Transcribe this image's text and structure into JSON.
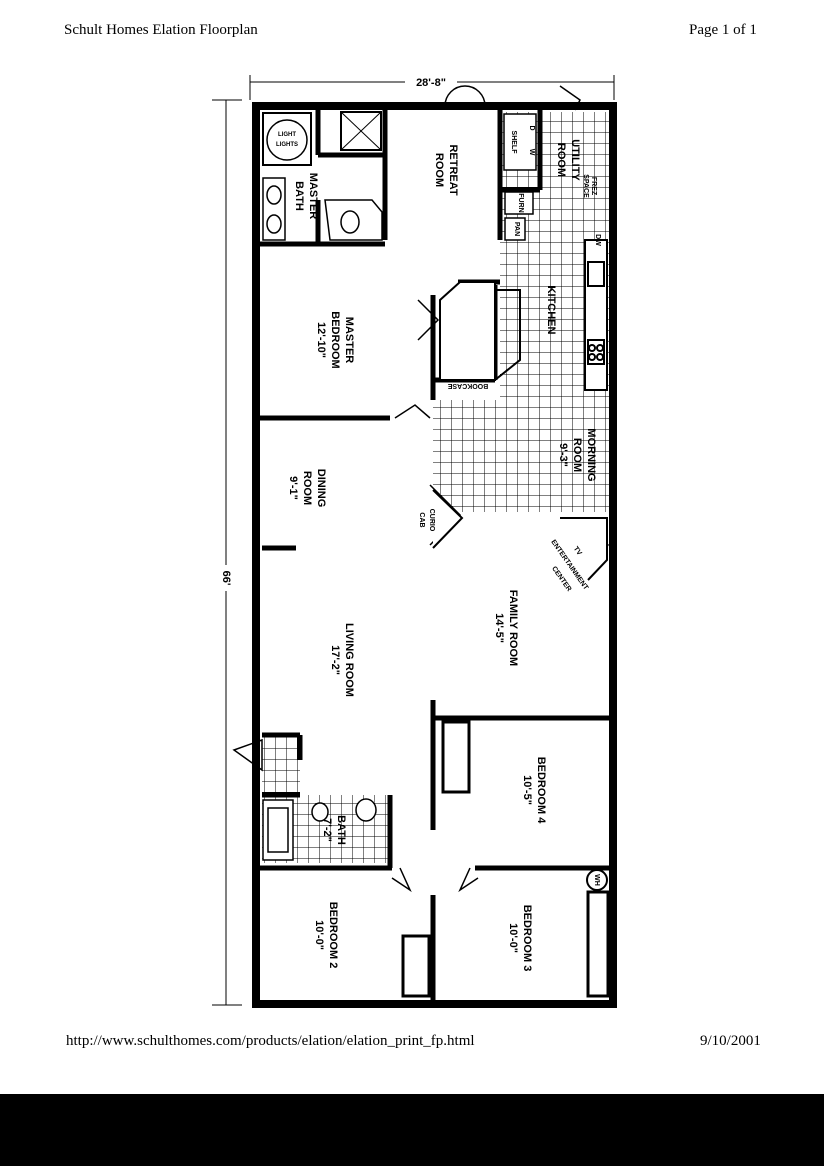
{
  "header": {
    "title": "Schult Homes Elation Floorplan",
    "page": "Page 1 of 1"
  },
  "footer": {
    "url": "http://www.schulthomes.com/products/elation/elation_print_fp.html",
    "date": "9/10/2001"
  },
  "dimensions": {
    "width": "28'-8\"",
    "length": "66'"
  },
  "rooms": {
    "retreat": [
      "RETREAT",
      "ROOM"
    ],
    "utility": [
      "UTILITY",
      "ROOM"
    ],
    "master_bath": [
      "MASTER",
      "BATH"
    ],
    "master_bedroom": [
      "MASTER",
      "BEDROOM",
      "12'-10\""
    ],
    "kitchen": [
      "KITCHEN"
    ],
    "morning": [
      "MORNING",
      "ROOM",
      "9'-3\""
    ],
    "dining": [
      "DINING",
      "ROOM",
      "9'-1\""
    ],
    "family": [
      "FAMILY ROOM",
      "14'-5\""
    ],
    "living": [
      "LIVING ROOM",
      "17'-2\""
    ],
    "bedroom4": [
      "BEDROOM 4",
      "10'-5\""
    ],
    "bath": [
      "BATH",
      "7'-2\""
    ],
    "bedroom2": [
      "BEDROOM 2",
      "10'-0\""
    ],
    "bedroom3": [
      "BEDROOM 3",
      "10'-0\""
    ]
  },
  "fixtures": {
    "freeze_space": [
      "FREZ",
      "SPACE"
    ],
    "shelf": "SHELF",
    "dryer_washer": [
      "D",
      "W"
    ],
    "furn": "FURN",
    "pantry": "PAN",
    "dishwasher": "DW",
    "bookcase": "BOOKCASE",
    "curio": [
      "CURIO",
      "CAB"
    ],
    "entertainment": [
      "TV",
      "ENTERTAINMENT",
      "CENTER"
    ],
    "wh": "WH",
    "tub_lights": [
      "LIGHT",
      "LIGHTS"
    ]
  }
}
